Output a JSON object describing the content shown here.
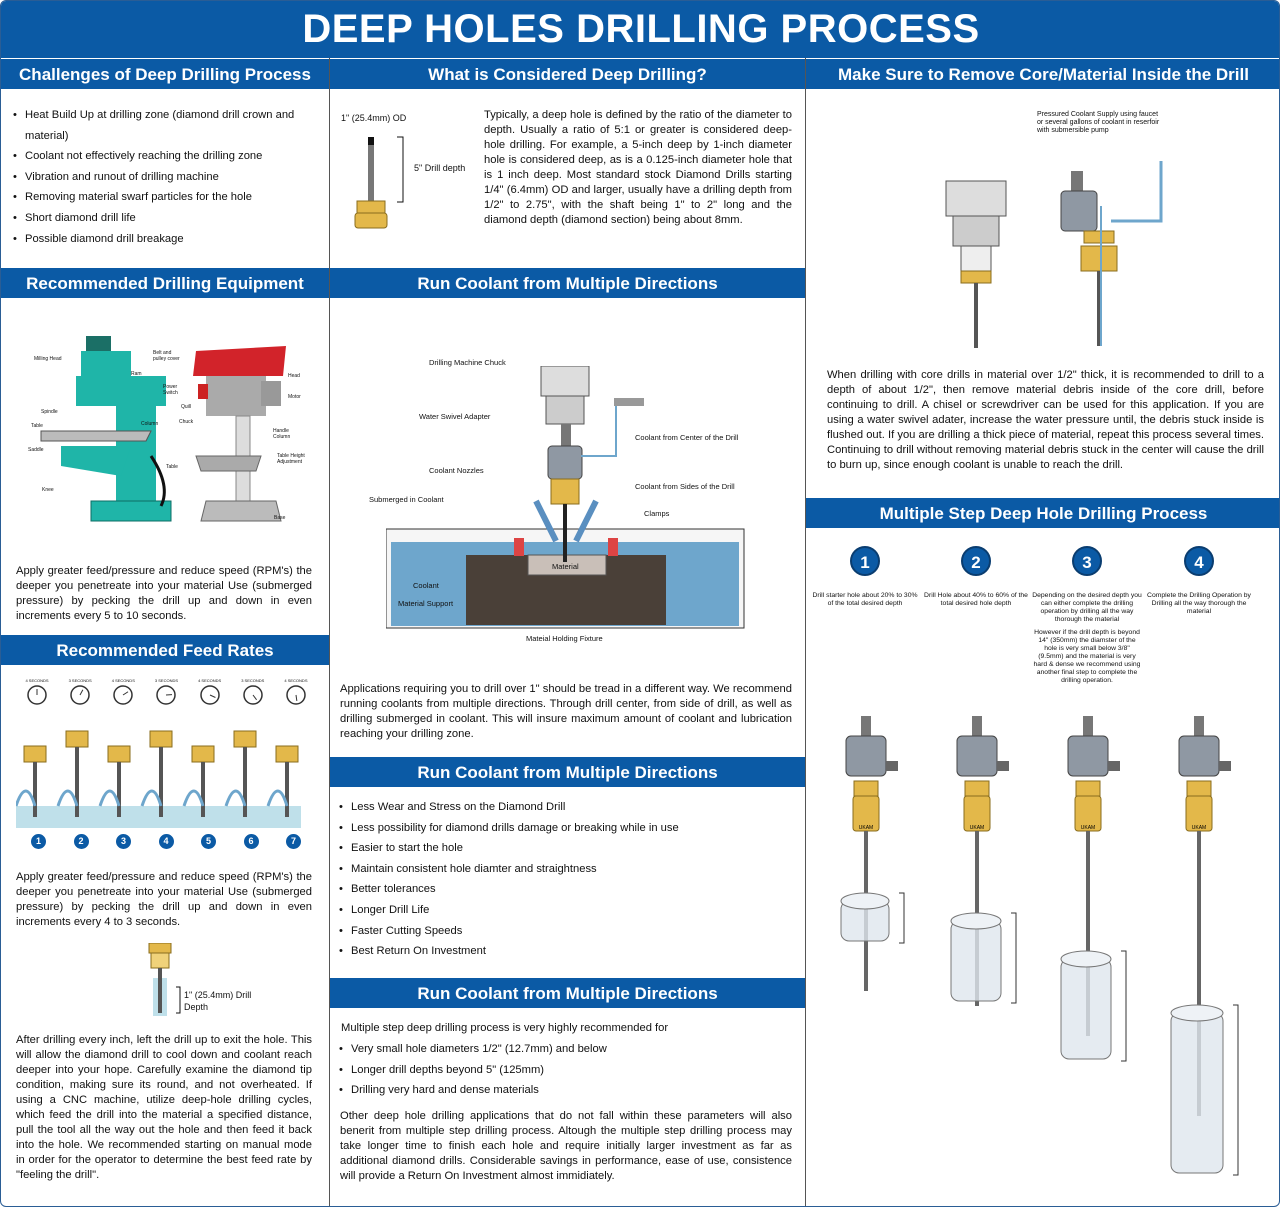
{
  "title": "DEEP HOLES DRILLING PROCESS",
  "challenges": {
    "header": "Challenges of Deep Drilling Process",
    "items": [
      "Heat Build Up at drilling zone (diamond drill crown and material)",
      "Coolant not effectively reaching the drilling zone",
      "Vibration and runout of drilling machine",
      "Removing material swarf particles for the hole",
      "Short diamond drill life",
      "Possible diamond drill breakage"
    ]
  },
  "deep": {
    "header": "What is Considered Deep Drilling?",
    "od_label": "1\" (25.4mm) OD",
    "depth_label": "5\" Drill depth",
    "text": "Typically, a deep hole is defined by the ratio of the diameter to depth. Usually a ratio of 5:1 or greater is considered deep-hole drilling. For example, a 5-inch deep by 1-inch diameter hole is considered deep, as is a 0.125-inch diameter hole that is 1 inch deep. Most standard stock Diamond Drills starting 1/4\" (6.4mm) OD and larger, usually have a drilling depth from 1/2\" to 2.75\", with the shaft being 1\" to 2\" long and the diamond depth (diamond section) being about 8mm."
  },
  "core": {
    "header": "Make Sure to Remove Core/Material Inside the Drill",
    "callout": "Pressured Coolant Supply using faucet or several gallons of coolant in reserfoir with submersible pump",
    "text": "When drilling with core drills in material over 1/2\" thick, it is recommended to drill to a depth of about 1/2\", then remove material debris inside of the core drill, before continuing to drill. A chisel or screwdriver can be used for this application. If you are using a water swivel adater, increase the water pressure until, the debris stuck inside is flushed out. If you are drilling a thick piece of material, repeat this process several times. Continuing to drill without removing material debris stuck in the center will cause the drill to burn up, since enough coolant is unable to reach the drill."
  },
  "equipment": {
    "header": "Recommended Drilling Equipment",
    "mill_labels": [
      "Milling Head",
      "Ram",
      "Spindle",
      "Column",
      "Table",
      "Saddle",
      "Knee"
    ],
    "press_labels": [
      "Belt and pulley cover",
      "Head",
      "Power Switch",
      "Motor",
      "Quill",
      "Chuck",
      "Handle",
      "Column",
      "Table Height Adjustment",
      "Table",
      "Base"
    ],
    "text": "Apply greater feed/pressure and reduce speed (RPM's) the deeper you penetreate into your material Use (submerged pressure) by pecking the drill up and down in even increments every 5 to 10 seconds."
  },
  "coolant1": {
    "header": "Run Coolant from Multiple Directions",
    "labels": {
      "chuck": "Drilling Machine Chuck",
      "swivel": "Water Swivel Adapter",
      "center": "Coolant from Center of the Drill",
      "nozzles": "Coolant Nozzles",
      "sides": "Coolant from Sides of the Drill",
      "submerged": "Submerged in Coolant",
      "clamps": "Clamps",
      "material": "Material",
      "coolant": "Coolant",
      "support": "Material Support",
      "fixture": "Mateial Holding Fixture"
    },
    "text": "Applications requiring you to drill over 1\" should be tread in a different way. We recommend running coolants from multiple directions. Through drill center, from side of drill, as well as drilling submerged in coolant. This will insure maximum amount of coolant and lubrication reaching your drilling zone."
  },
  "feed": {
    "header": "Recommended Feed Rates",
    "clocks": [
      "4 SECONDS",
      "3 SECONDS",
      "4 SECONDS",
      "3 SECONDS",
      "4 SECONDS",
      "3 SECONDS",
      "4 SECONDS"
    ],
    "steps": [
      "1",
      "2",
      "3",
      "4",
      "5",
      "6",
      "7"
    ],
    "text": "Apply greater feed/pressure and reduce speed (RPM's) the deeper you penetreate into your material Use (submerged pressure) by pecking the drill up and down in even increments every 4 to 3 seconds.",
    "depth_label": "1\" (25.4mm) Drill Depth",
    "text2": "After drilling every inch, left the drill up to exit the hole. This will allow the diamond drill to cool down and coolant reach deeper into your hope. Carefully examine the diamond tip condition, making sure its round, and not overheated. If using a CNC machine, utilize deep-hole drilling cycles, which feed the drill into the material a specified distance, pull the tool all the way out the hole and then feed it back into the hole. We recommended starting on manual mode in order for the operator to determine the best feed rate by \"feeling the drill\"."
  },
  "coolant2": {
    "header": "Run Coolant from Multiple Directions",
    "items": [
      "Less Wear and Stress on the Diamond Drill",
      "Less possibility for diamond drills damage or breaking while in use",
      "Easier to start the hole",
      "Maintain consistent hole diamter and straightness",
      "Better tolerances",
      "Longer Drill Life",
      "Faster Cutting Speeds",
      "Best Return On Investment"
    ]
  },
  "coolant3": {
    "header": "Run Coolant from Multiple Directions",
    "intro": "Multiple step deep drilling process is very highly recommended for",
    "items": [
      "Very small hole diameters 1/2\" (12.7mm) and below",
      "Longer drill depths beyond 5\" (125mm)",
      "Drilling very hard and dense materials"
    ],
    "text": "Other deep hole drilling applications that do not fall within these parameters will also benerit from multiple step drilling process. Altough the multiple step drilling process may take longer time to finish each hole and require initially larger investment as far as additional diamond drills. Considerable savings in performance, ease of use, consistence will provide a Return On Investment almost immidiately."
  },
  "steps": {
    "header": "Multiple Step Deep Hole Drilling Process",
    "items": [
      {
        "n": "1",
        "text": "Drill starter hole about 20% to 30% of the total desired depth"
      },
      {
        "n": "2",
        "text": "Drill Hole about 40% to 60% of the total desired hole depth"
      },
      {
        "n": "3",
        "text": "Depending on the desired depth you can either complete the drilling operation by drilling all the way thorough the material",
        "extra": "However if the drill depth is beyond 14\" (350mm) the diamster of the hole is very small below 3/8\" (9.5mm) and the material is very hard & dense we recommend using another final step to complete the drilling operation."
      },
      {
        "n": "4",
        "text": "Complete the Drilling Operation by Drilling all the way thorough the material"
      }
    ],
    "brand": "UKAM"
  },
  "colors": {
    "blue": "#0b5aa5",
    "brass": "#e3b84a",
    "coolant": "#6ea6cc"
  }
}
